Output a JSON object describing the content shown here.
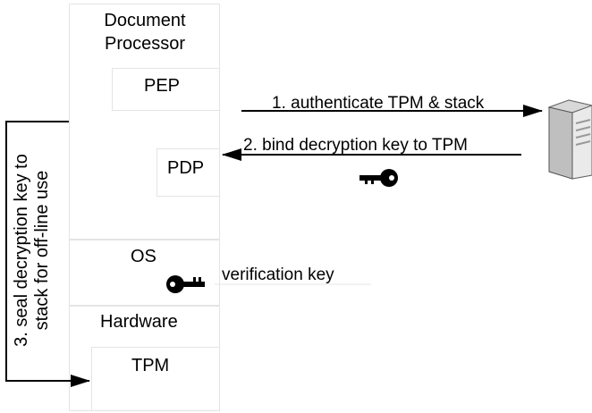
{
  "stack": {
    "document_processor": "Document\nProcessor",
    "pep": "PEP",
    "pdp": "PDP",
    "os": "OS",
    "hardware": "Hardware",
    "tpm": "TPM"
  },
  "arrows": {
    "authenticate": "1. authenticate TPM & stack",
    "bind": "2. bind decryption key to TPM",
    "seal": "3. seal decryption key to\nstack for off-line use"
  },
  "labels": {
    "verification_key": "verification key"
  },
  "icons": {
    "server": "server-icon",
    "bind_key": "key-icon",
    "verification_key": "key-icon"
  },
  "colors": {
    "box_border": "#e4e4e4",
    "line": "#000000"
  }
}
